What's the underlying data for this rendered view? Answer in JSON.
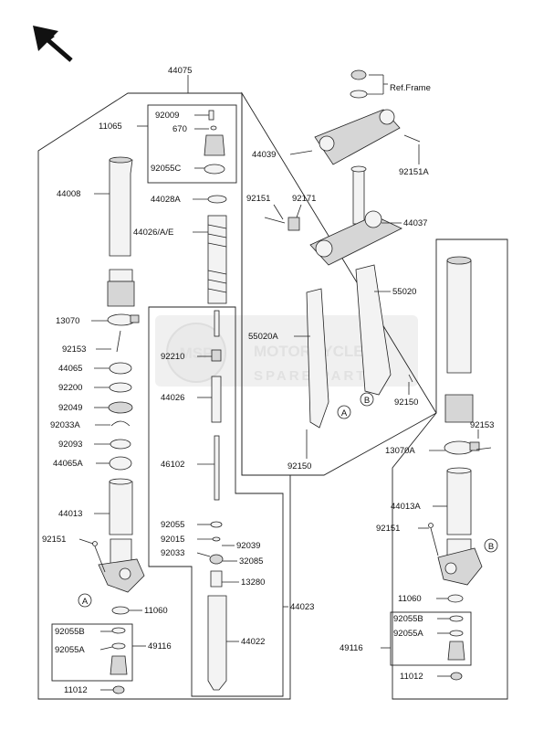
{
  "watermark": {
    "line1": "MOTORCYCLE",
    "line2": "SPARE PARTS",
    "logo": "MSP"
  },
  "callouts": {
    "ref_a": "A",
    "ref_b": "B"
  },
  "parts": [
    {
      "id": "p44075",
      "text": "44075"
    },
    {
      "id": "p11065",
      "text": "11065"
    },
    {
      "id": "p92009",
      "text": "92009"
    },
    {
      "id": "p670",
      "text": "670"
    },
    {
      "id": "p92055c",
      "text": "92055C"
    },
    {
      "id": "p44008",
      "text": "44008"
    },
    {
      "id": "p44028a",
      "text": "44028A"
    },
    {
      "id": "p44026",
      "text": "44026/A/E"
    },
    {
      "id": "p13070",
      "text": "13070"
    },
    {
      "id": "p92153l",
      "text": "92153"
    },
    {
      "id": "p44065",
      "text": "44065"
    },
    {
      "id": "p92200",
      "text": "92200"
    },
    {
      "id": "p92049",
      "text": "92049"
    },
    {
      "id": "p92033a",
      "text": "92033A"
    },
    {
      "id": "p92093",
      "text": "92093"
    },
    {
      "id": "p44065a",
      "text": "44065A"
    },
    {
      "id": "p44013",
      "text": "44013"
    },
    {
      "id": "p92151l",
      "text": "92151"
    },
    {
      "id": "p11060l",
      "text": "11060"
    },
    {
      "id": "p92055bl",
      "text": "92055B"
    },
    {
      "id": "p92055al",
      "text": "92055A"
    },
    {
      "id": "p49116l",
      "text": "49116"
    },
    {
      "id": "p11012l",
      "text": "11012"
    },
    {
      "id": "p92210",
      "text": "92210"
    },
    {
      "id": "p44026c",
      "text": "44026"
    },
    {
      "id": "p46102",
      "text": "46102"
    },
    {
      "id": "p92055",
      "text": "92055"
    },
    {
      "id": "p92015",
      "text": "92015"
    },
    {
      "id": "p92039",
      "text": "92039"
    },
    {
      "id": "p92033",
      "text": "92033"
    },
    {
      "id": "p32085",
      "text": "32085"
    },
    {
      "id": "p13280",
      "text": "13280"
    },
    {
      "id": "p44023",
      "text": "44023"
    },
    {
      "id": "p44022",
      "text": "44022"
    },
    {
      "id": "pref",
      "text": "Ref.Frame"
    },
    {
      "id": "p44039",
      "text": "44039"
    },
    {
      "id": "p92151a",
      "text": "92151A"
    },
    {
      "id": "p92151t",
      "text": "92151"
    },
    {
      "id": "p92171",
      "text": "92171"
    },
    {
      "id": "p44037",
      "text": "44037"
    },
    {
      "id": "p55020",
      "text": "55020"
    },
    {
      "id": "p55020a",
      "text": "55020A"
    },
    {
      "id": "p92150r",
      "text": "92150"
    },
    {
      "id": "p92150b",
      "text": "92150"
    },
    {
      "id": "p92153r",
      "text": "92153"
    },
    {
      "id": "p13070a",
      "text": "13070A"
    },
    {
      "id": "p44013a",
      "text": "44013A"
    },
    {
      "id": "p92151r",
      "text": "92151"
    },
    {
      "id": "p11060r",
      "text": "11060"
    },
    {
      "id": "p92055br",
      "text": "92055B"
    },
    {
      "id": "p92055ar",
      "text": "92055A"
    },
    {
      "id": "p49116r",
      "text": "49116"
    },
    {
      "id": "p11012r",
      "text": "11012"
    }
  ]
}
